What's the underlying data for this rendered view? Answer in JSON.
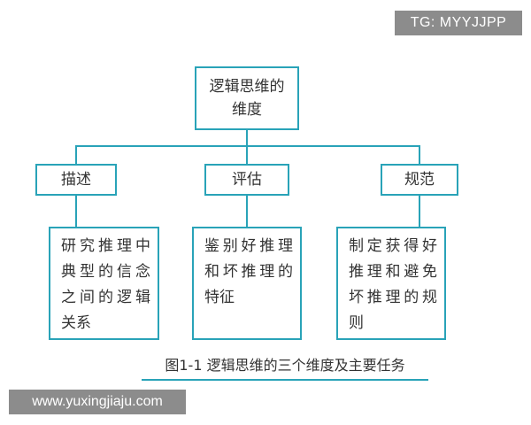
{
  "watermarks": {
    "top": "TG: MYYJJPP",
    "bottom": "www.yuxingjiaju.com"
  },
  "diagram": {
    "root": "逻辑思维的维度",
    "categories": [
      {
        "label": "描述",
        "detail": "研究推理中典型的信念之间的逻辑关系"
      },
      {
        "label": "评估",
        "detail": "鉴别好推理和坏推理的特征"
      },
      {
        "label": "规范",
        "detail": "制定获得好推理和避免坏推理的规则"
      }
    ]
  },
  "caption": "图1-1  逻辑思维的三个维度及主要任务",
  "colors": {
    "border": "#29a3b8",
    "text": "#333333",
    "watermark_bg": "#8c8c8c"
  }
}
